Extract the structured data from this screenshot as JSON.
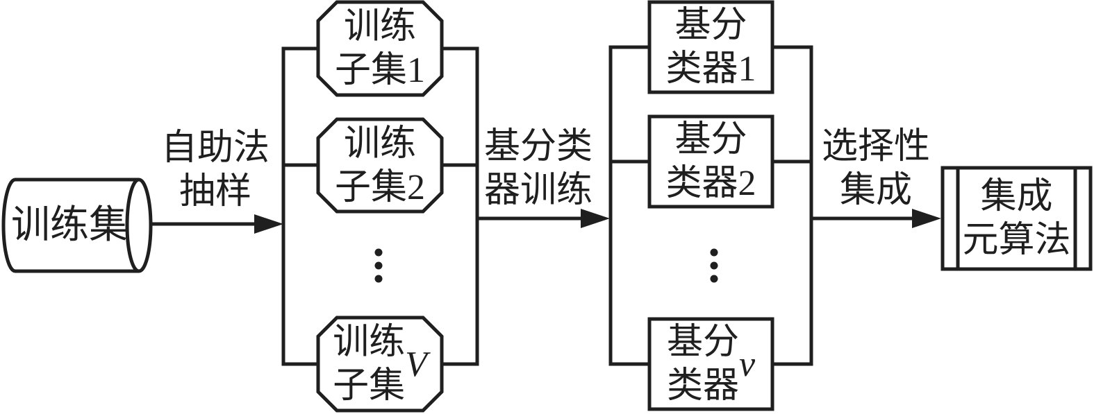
{
  "colors": {
    "ink": "#1f1f1f",
    "background": "#ffffff"
  },
  "nodes": {
    "training_set": {
      "label": "训练集"
    },
    "train_subset_1": {
      "label": "训练\n子集1"
    },
    "train_subset_2": {
      "label": "训练\n子集2"
    },
    "train_subset_v": {
      "label_prefix": "训练\n子集",
      "label_var": "V"
    },
    "base_classifier_1": {
      "label": "基分\n类器1"
    },
    "base_classifier_2": {
      "label": "基分\n类器2"
    },
    "base_classifier_v": {
      "label_prefix": "基分\n类器",
      "label_var": "v"
    },
    "ensemble_meta_algorithm": {
      "label": "集成\n元算法"
    }
  },
  "edges": {
    "bootstrap_sampling": {
      "label": "自助法\n抽样"
    },
    "base_classifier_training": {
      "label": "基分类\n器训练"
    },
    "selective_ensemble": {
      "label": "选择性\n集成"
    }
  },
  "icons": {
    "column1_ellipsis": "vertical-ellipsis",
    "column2_ellipsis": "vertical-ellipsis"
  }
}
